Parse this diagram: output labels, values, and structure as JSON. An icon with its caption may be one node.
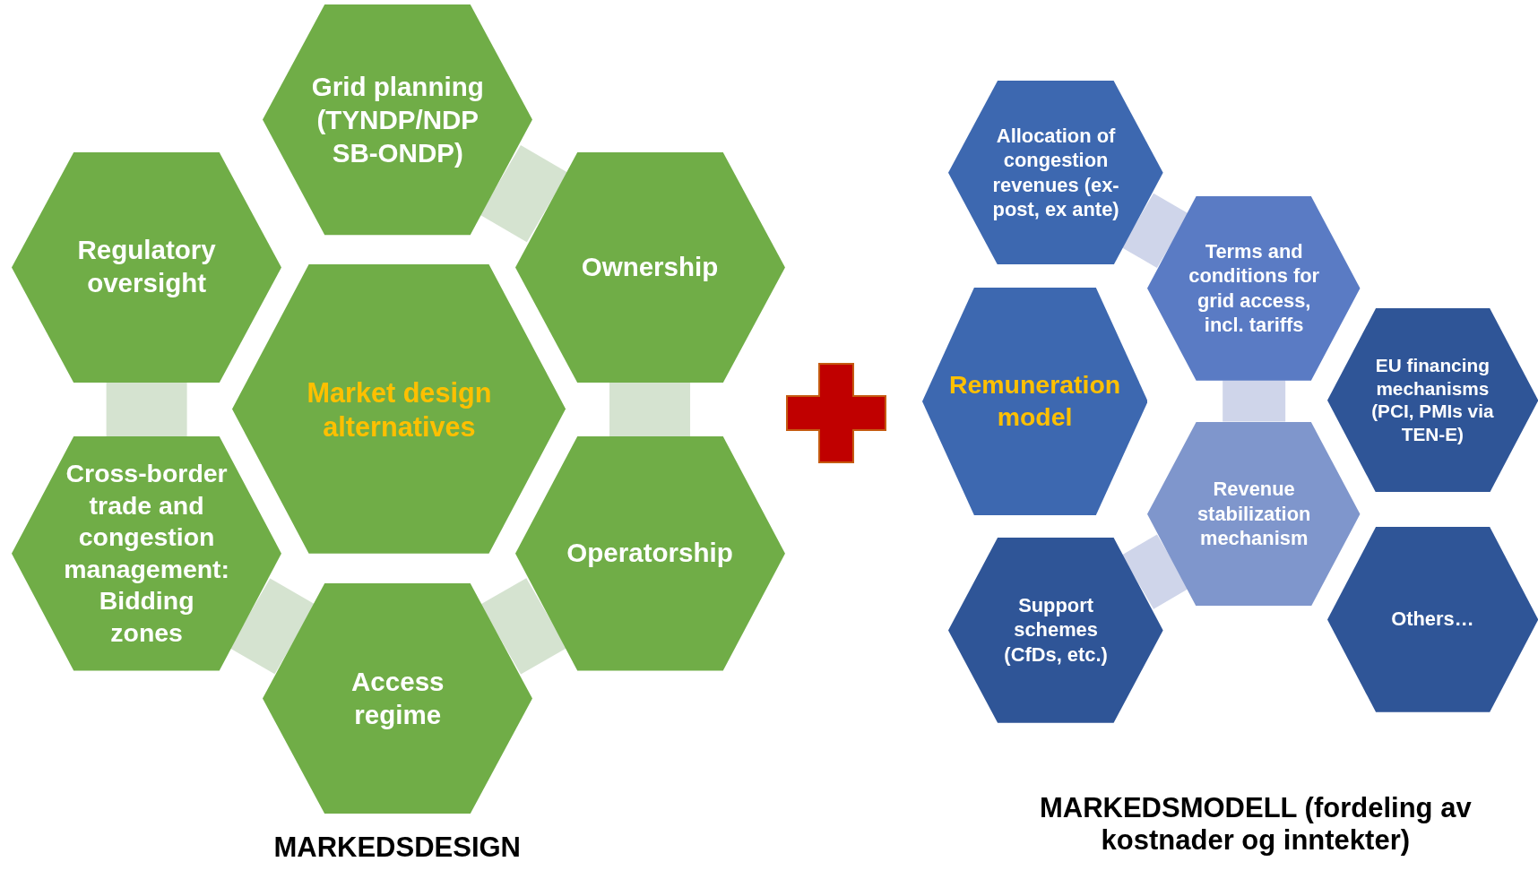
{
  "diagram": {
    "nodes": [
      {
        "text": [
          "Grid planning (TYNDP/NDP SB-ONDP)"
        ]
      },
      {
        "text": [
          "Regulatory oversight"
        ]
      },
      {
        "text": [
          "Ownership"
        ]
      },
      {
        "text": [
          "Market design alternatives"
        ]
      },
      {
        "text": [
          "Cross-border trade and congestion management: Bidding zones"
        ]
      },
      {
        "text": [
          "Operatorship"
        ]
      },
      {
        "text": [
          "Access regime"
        ]
      },
      {
        "text": [
          "Allocation of congestion revenues (ex-post, ex ante)"
        ]
      },
      {
        "text": [
          "Terms and conditions for grid access, incl. tariffs"
        ]
      },
      {
        "text": [
          "Remuneration model"
        ]
      },
      {
        "text": [
          "EU financing mechanisms (PCI, PMIs via TEN-E)"
        ]
      },
      {
        "text": [
          "Revenue stabilization mechanism"
        ]
      },
      {
        "text": [
          "Support schemes (CfDs, etc.)"
        ]
      },
      {
        "text": [
          "Others…"
        ]
      }
    ],
    "edges": [
      {
        "from": 0,
        "to": 2,
        "arrow": "none",
        "color": "#d5e3d0"
      },
      {
        "from": 1,
        "to": 4,
        "arrow": "none",
        "color": "#d5e3d0"
      },
      {
        "from": 2,
        "to": 5,
        "arrow": "none",
        "color": "#d5e3d0"
      },
      {
        "from": 4,
        "to": 6,
        "arrow": "none",
        "color": "#d5e3d0"
      },
      {
        "from": 5,
        "to": 6,
        "arrow": "none",
        "color": "#d5e3d0"
      },
      {
        "from": 7,
        "to": 8,
        "arrow": "none",
        "color": "#cfd5ea"
      },
      {
        "from": 8,
        "to": 11,
        "arrow": "none",
        "color": "#cfd5ea"
      },
      {
        "from": 11,
        "to": 12,
        "arrow": "none",
        "color": "#cfd5ea"
      }
    ],
    "labels": [
      "MARKEDSMODELL (fordeling av kostnader og inntekter)",
      "MARKEDSDESIGN"
    ]
  }
}
